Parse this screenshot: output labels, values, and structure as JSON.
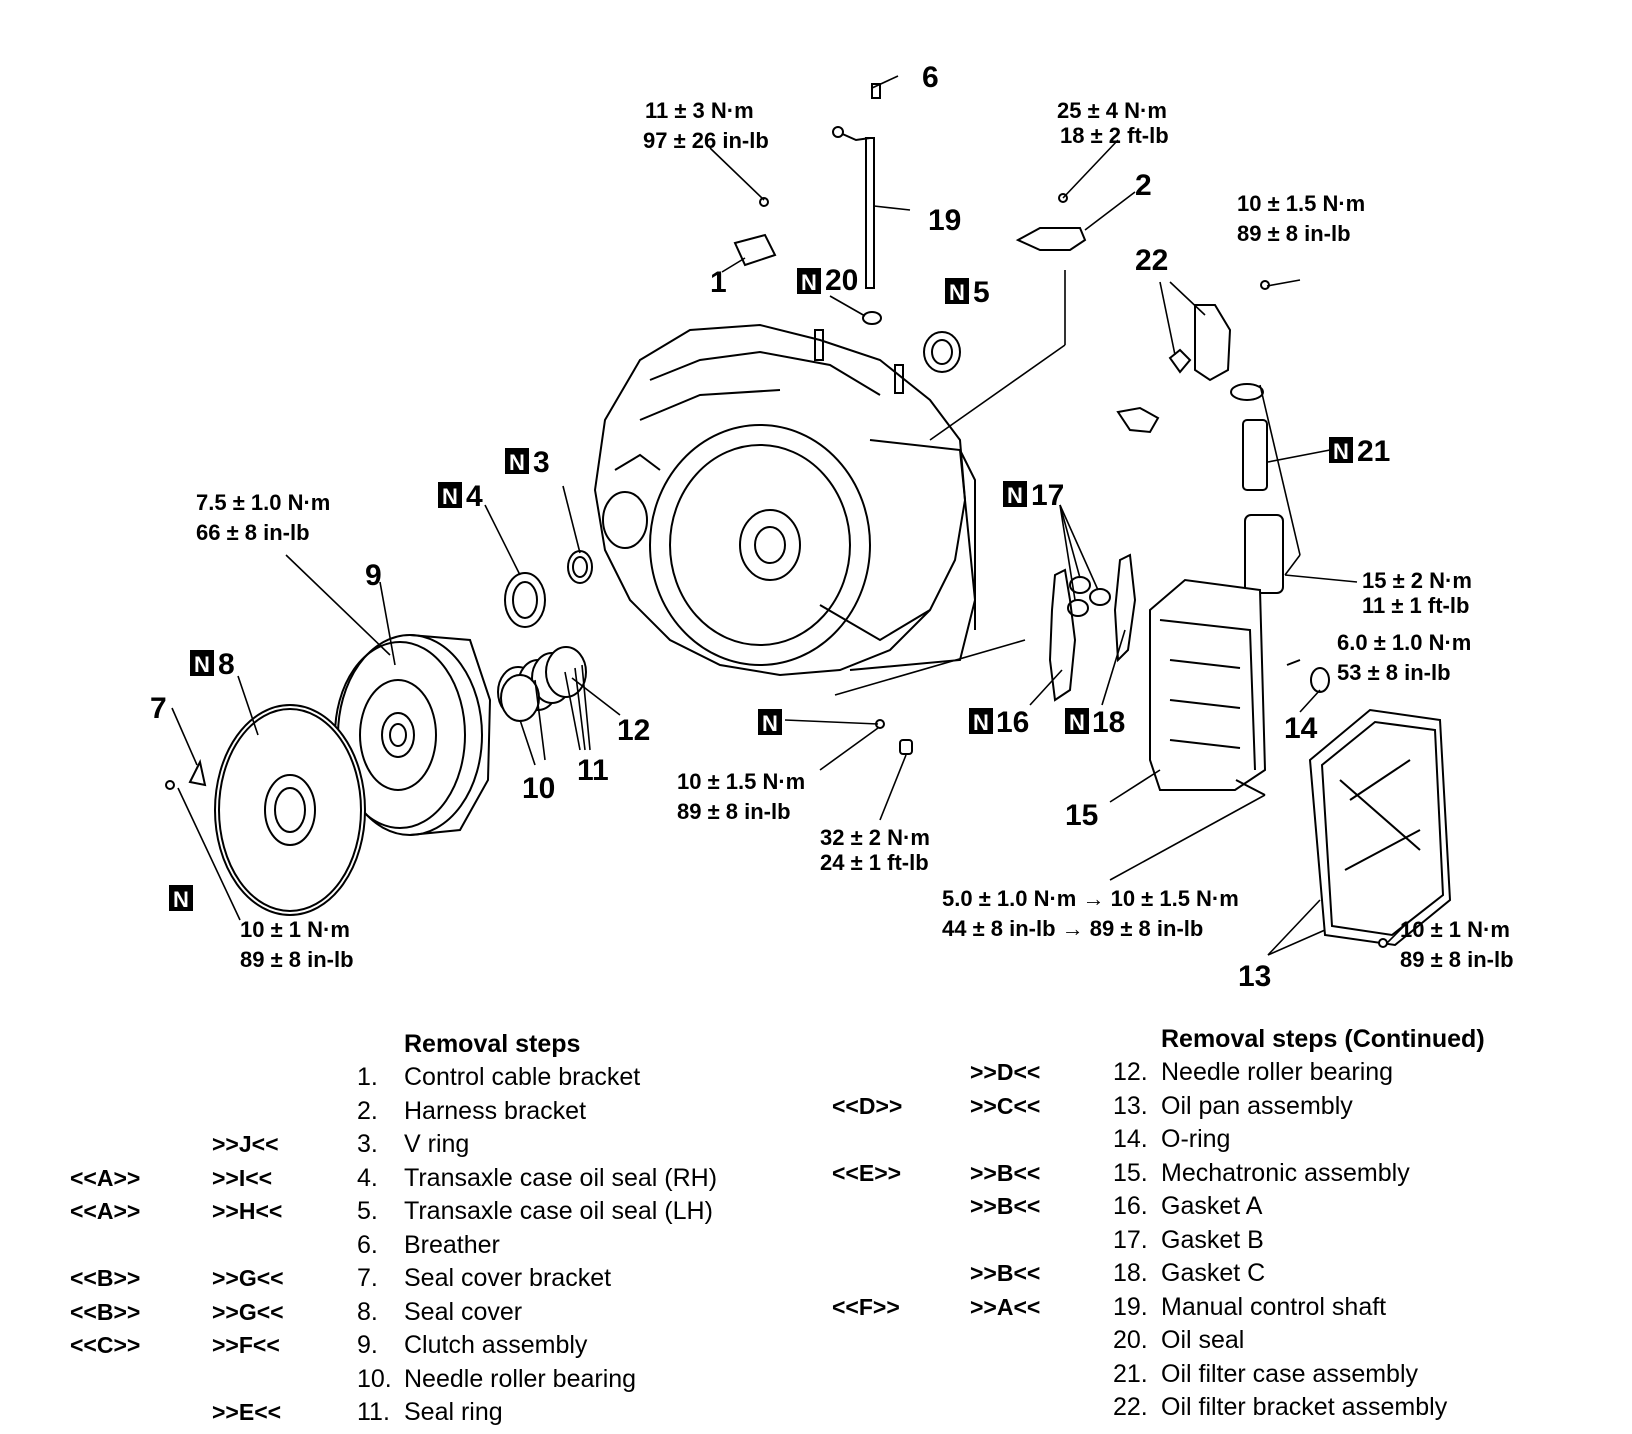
{
  "figure_id": "AK900603AC",
  "callouts": {
    "c1": "1",
    "c2": "2",
    "c3": "3",
    "c4": "4",
    "c5": "5",
    "c6": "6",
    "c7": "7",
    "c8": "8",
    "c9": "9",
    "c10": "10",
    "c11": "11",
    "c12": "12",
    "c13": "13",
    "c14": "14",
    "c15": "15",
    "c16": "16",
    "c17": "17",
    "c18": "18",
    "c19": "19",
    "c20": "20",
    "c21": "21",
    "c22": "22",
    "n_mark": "N"
  },
  "torques": {
    "t1a": "11 ± 3 N·m",
    "t1b": "97 ± 26 in-lb",
    "t2a": "25 ± 4 N·m",
    "t2b": "18 ± 2 ft-lb",
    "t3a": "10 ± 1.5 N·m",
    "t3b": "89 ± 8 in-lb",
    "t4a": "7.5 ± 1.0 N·m",
    "t4b": "66 ± 8 in-lb",
    "t5a": "15 ± 2 N·m",
    "t5b": "11 ± 1 ft-lb",
    "t6a": "6.0 ± 1.0 N·m",
    "t6b": "53 ± 8 in-lb",
    "t7a": "10 ± 1.5 N·m",
    "t7b": "89 ± 8 in-lb",
    "t8a": "32 ± 2 N·m",
    "t8b": "24 ± 1 ft-lb",
    "t9a": "5.0 ± 1.0 N·m → 10 ± 1.5 N·m",
    "t9b": "44 ± 8 in-lb → 89 ± 8 in-lb",
    "t10a": "10 ± 1 N·m",
    "t10b": "89 ± 8 in-lb",
    "t11a": "10 ± 1 N·m",
    "t11b": "89 ± 8 in-lb"
  },
  "removal_steps": {
    "title_left": "Removal steps",
    "title_right": "Removal steps (Continued)",
    "left": [
      {
        "c1": "",
        "c2": "",
        "num": "1.",
        "label": "Control cable bracket"
      },
      {
        "c1": "",
        "c2": "",
        "num": "2.",
        "label": "Harness bracket"
      },
      {
        "c1": "",
        "c2": ">>J<<",
        "num": "3.",
        "label": "V ring"
      },
      {
        "c1": "<<A>>",
        "c2": ">>I<<",
        "num": "4.",
        "label": "Transaxle case oil seal (RH)"
      },
      {
        "c1": "<<A>>",
        "c2": ">>H<<",
        "num": "5.",
        "label": "Transaxle case oil seal (LH)"
      },
      {
        "c1": "",
        "c2": "",
        "num": "6.",
        "label": "Breather"
      },
      {
        "c1": "<<B>>",
        "c2": ">>G<<",
        "num": "7.",
        "label": "Seal cover bracket"
      },
      {
        "c1": "<<B>>",
        "c2": ">>G<<",
        "num": "8.",
        "label": "Seal cover"
      },
      {
        "c1": "<<C>>",
        "c2": ">>F<<",
        "num": "9.",
        "label": "Clutch assembly"
      },
      {
        "c1": "",
        "c2": "",
        "num": "10.",
        "label": "Needle roller bearing"
      },
      {
        "c1": "",
        "c2": ">>E<<",
        "num": "11.",
        "label": "Seal ring"
      }
    ],
    "right": [
      {
        "c1": "",
        "c2": ">>D<<",
        "num": "12.",
        "label": "Needle roller bearing"
      },
      {
        "c1": "<<D>>",
        "c2": ">>C<<",
        "num": "13.",
        "label": "Oil pan assembly"
      },
      {
        "c1": "",
        "c2": "",
        "num": "14.",
        "label": "O-ring"
      },
      {
        "c1": "<<E>>",
        "c2": ">>B<<",
        "num": "15.",
        "label": "Mechatronic assembly"
      },
      {
        "c1": "",
        "c2": ">>B<<",
        "num": "16.",
        "label": "Gasket A"
      },
      {
        "c1": "",
        "c2": "",
        "num": "17.",
        "label": "Gasket B"
      },
      {
        "c1": "",
        "c2": ">>B<<",
        "num": "18.",
        "label": "Gasket C"
      },
      {
        "c1": "<<F>>",
        "c2": ">>A<<",
        "num": "19.",
        "label": "Manual control shaft"
      },
      {
        "c1": "",
        "c2": "",
        "num": "20.",
        "label": "Oil seal"
      },
      {
        "c1": "",
        "c2": "",
        "num": "21.",
        "label": "Oil filter case assembly"
      },
      {
        "c1": "",
        "c2": "",
        "num": "22.",
        "label": "Oil filter bracket assembly"
      }
    ]
  }
}
